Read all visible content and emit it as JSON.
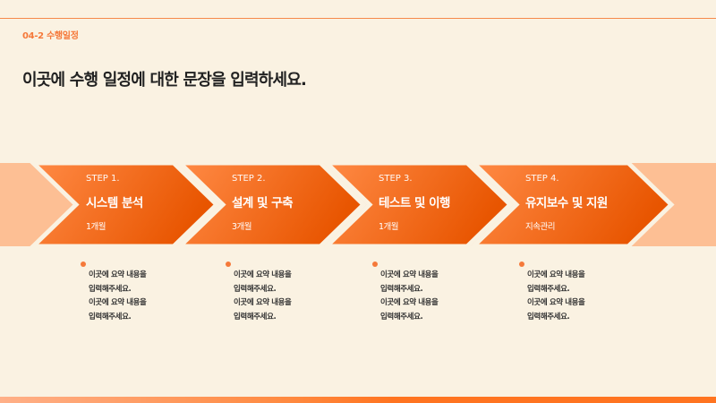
{
  "header": {
    "section_label": "04-2 수행일정",
    "title": "이곳에 수행 일정에 대한 문장을 입력하세요."
  },
  "colors": {
    "background": "#faf2e2",
    "accent": "#f5793a",
    "arrow_start": "#ff8a45",
    "arrow_end": "#e85500",
    "band_light": "#fdbf94"
  },
  "steps": [
    {
      "number": "STEP 1.",
      "name": "시스템 분석",
      "duration": "1개월",
      "desc_lines": [
        "이곳에 요약 내용을",
        "입력해주세요.",
        "이곳에 요약 내용을",
        "입력해주세요."
      ]
    },
    {
      "number": "STEP 2.",
      "name": "설계 및 구축",
      "duration": "3개월",
      "desc_lines": [
        "이곳에 요약 내용을",
        "입력해주세요.",
        "이곳에 요약 내용을",
        "입력해주세요."
      ]
    },
    {
      "number": "STEP 3.",
      "name": "테스트 및 이행",
      "duration": "1개월",
      "desc_lines": [
        "이곳에 요약 내용을",
        "입력해주세요.",
        "이곳에 요약 내용을",
        "입력해주세요."
      ]
    },
    {
      "number": "STEP 4.",
      "name": "유지보수 및 지원",
      "duration": "지속관리",
      "desc_lines": [
        "이곳에 요약 내용을",
        "입력해주세요.",
        "이곳에 요약 내용을",
        "입력해주세요."
      ]
    }
  ]
}
